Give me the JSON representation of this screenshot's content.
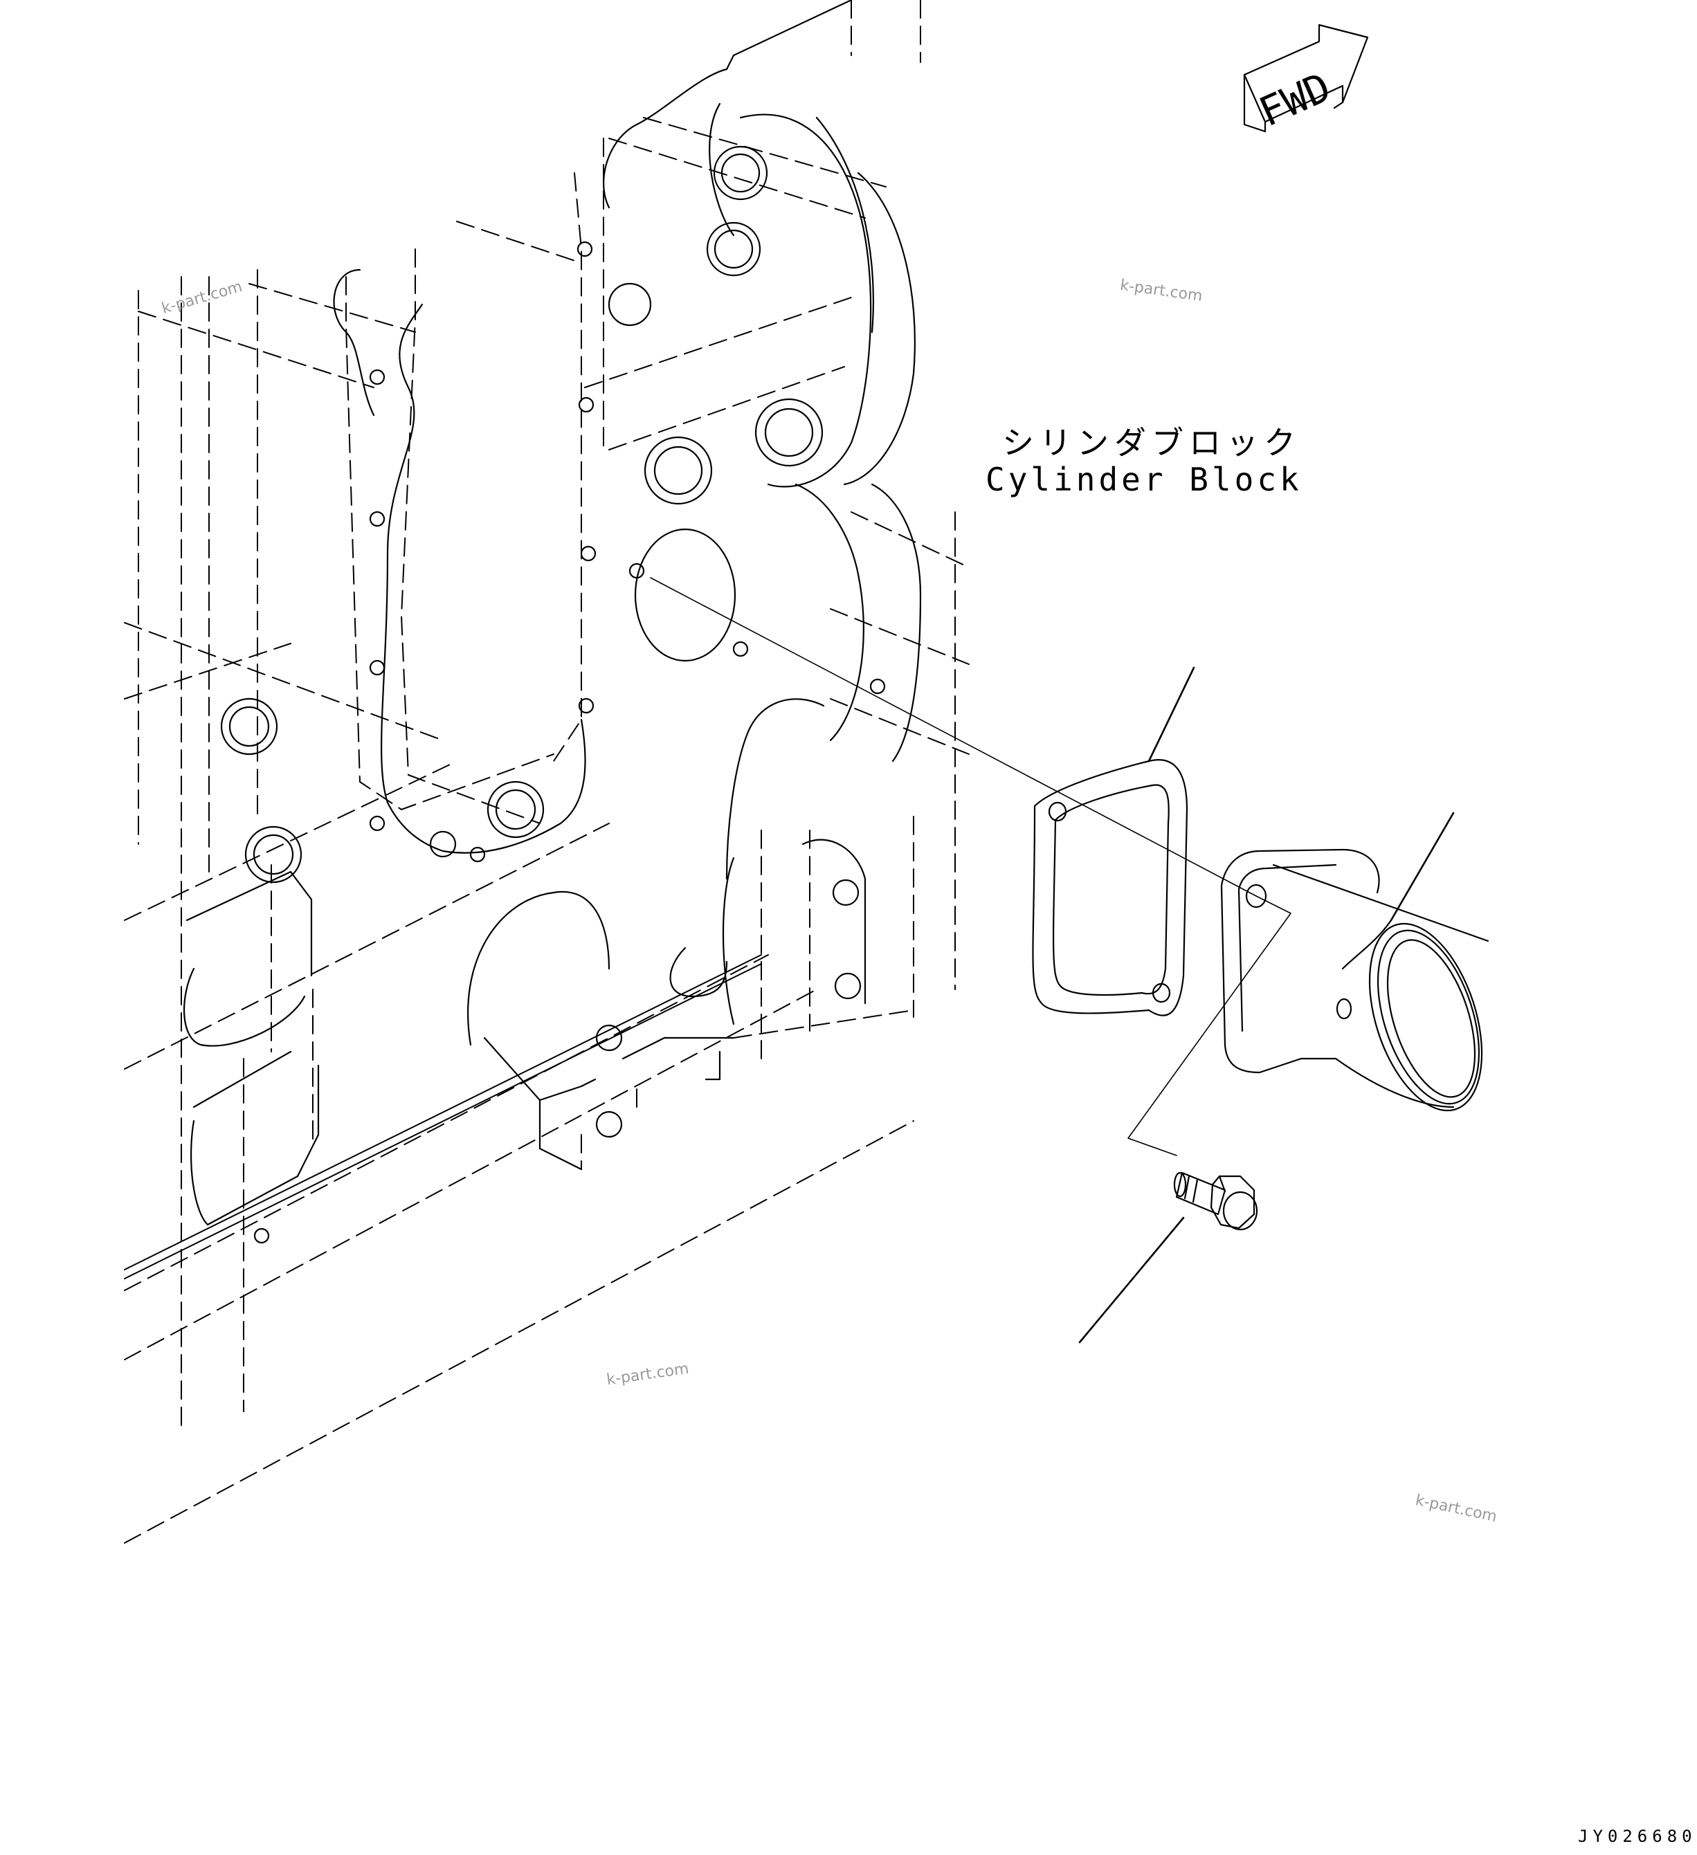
{
  "labels": {
    "part_name_jp": "シリンダブロック",
    "part_name_en": "Cylinder Block",
    "direction": "FWD",
    "drawing_id": "JY026680"
  },
  "watermarks": [
    "k-part.com",
    "k-part.com",
    "k-part.com",
    "k-part.com"
  ],
  "colors": {
    "line": "#000000",
    "watermark": "#9a9a9a"
  }
}
